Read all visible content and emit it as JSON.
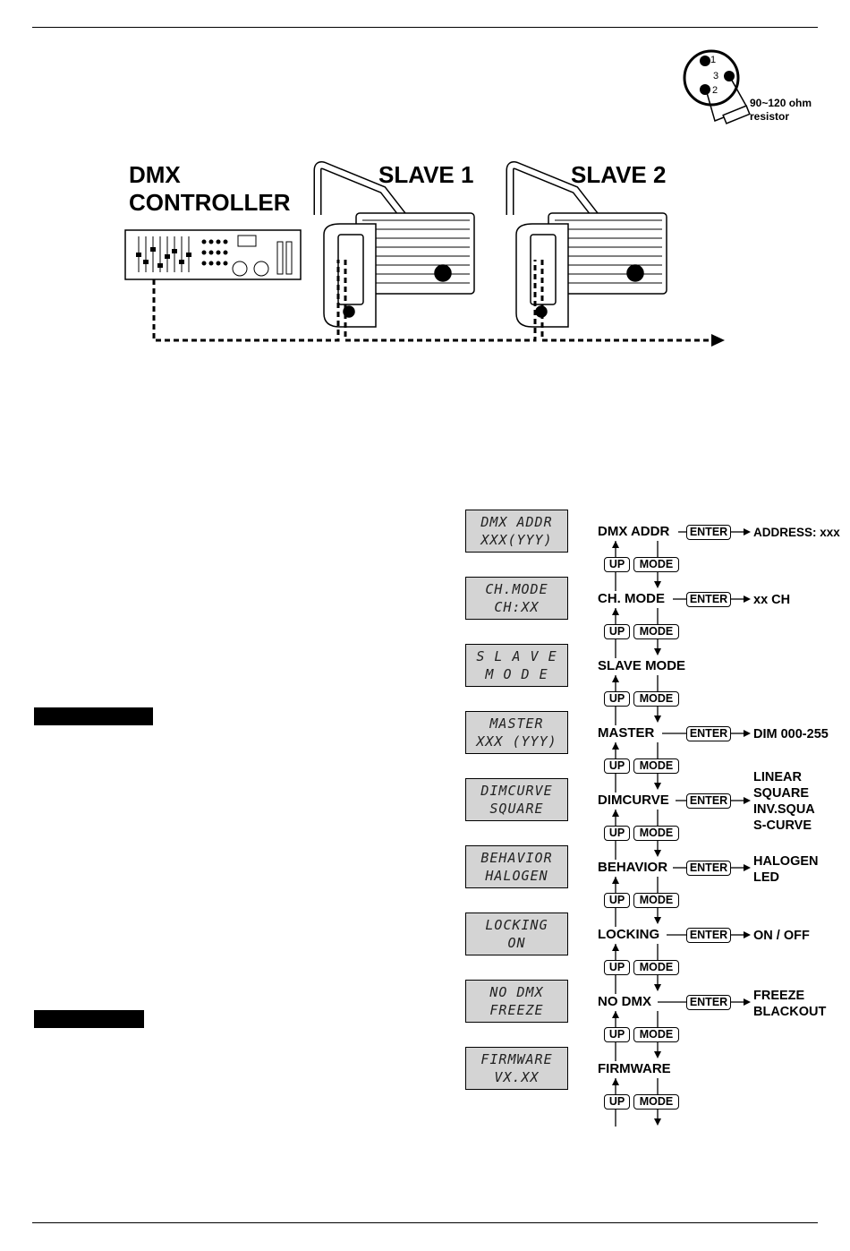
{
  "connector": {
    "pin1": "1",
    "pin2": "2",
    "pin3": "3",
    "resistor_label": "90~120 ohm",
    "resistor_label2": "resistor"
  },
  "wiring": {
    "controller_line1": "DMX",
    "controller_line2": "CONTROLLER",
    "slave1": "SLAVE 1",
    "slave2": "SLAVE 2"
  },
  "menu": {
    "buttons": {
      "up": "UP",
      "mode": "MODE",
      "enter": "ENTER"
    },
    "items": [
      {
        "lcd1": "DMX ADDR",
        "lcd2": "XXX(YYY)",
        "label": "DMX ADDR",
        "options": [
          "ADDRESS: xxx"
        ]
      },
      {
        "lcd1": "CH.MODE",
        "lcd2": "CH:XX",
        "label": "CH. MODE",
        "options": [
          "xx CH"
        ]
      },
      {
        "lcd1": "S L A V E",
        "lcd2": "M O D E",
        "label": "SLAVE MODE",
        "options": []
      },
      {
        "lcd1": "MASTER",
        "lcd2": "XXX (YYY)",
        "label": "MASTER",
        "options": [
          "DIM 000-255"
        ]
      },
      {
        "lcd1": "DIMCURVE",
        "lcd2": "SQUARE",
        "label": "DIMCURVE",
        "options": [
          "LINEAR",
          "SQUARE",
          "INV.SQUA",
          "S-CURVE"
        ]
      },
      {
        "lcd1": "BEHAVIOR",
        "lcd2": "HALOGEN",
        "label": "BEHAVIOR",
        "options": [
          "HALOGEN",
          "LED"
        ]
      },
      {
        "lcd1": "LOCKING",
        "lcd2": "ON",
        "label": "LOCKING",
        "options": [
          "ON / OFF"
        ]
      },
      {
        "lcd1": "NO DMX",
        "lcd2": "FREEZE",
        "label": "NO DMX",
        "options": [
          "FREEZE",
          "BLACKOUT"
        ]
      },
      {
        "lcd1": "FIRMWARE",
        "lcd2": "VX.XX",
        "label": "FIRMWARE",
        "options": []
      }
    ]
  }
}
